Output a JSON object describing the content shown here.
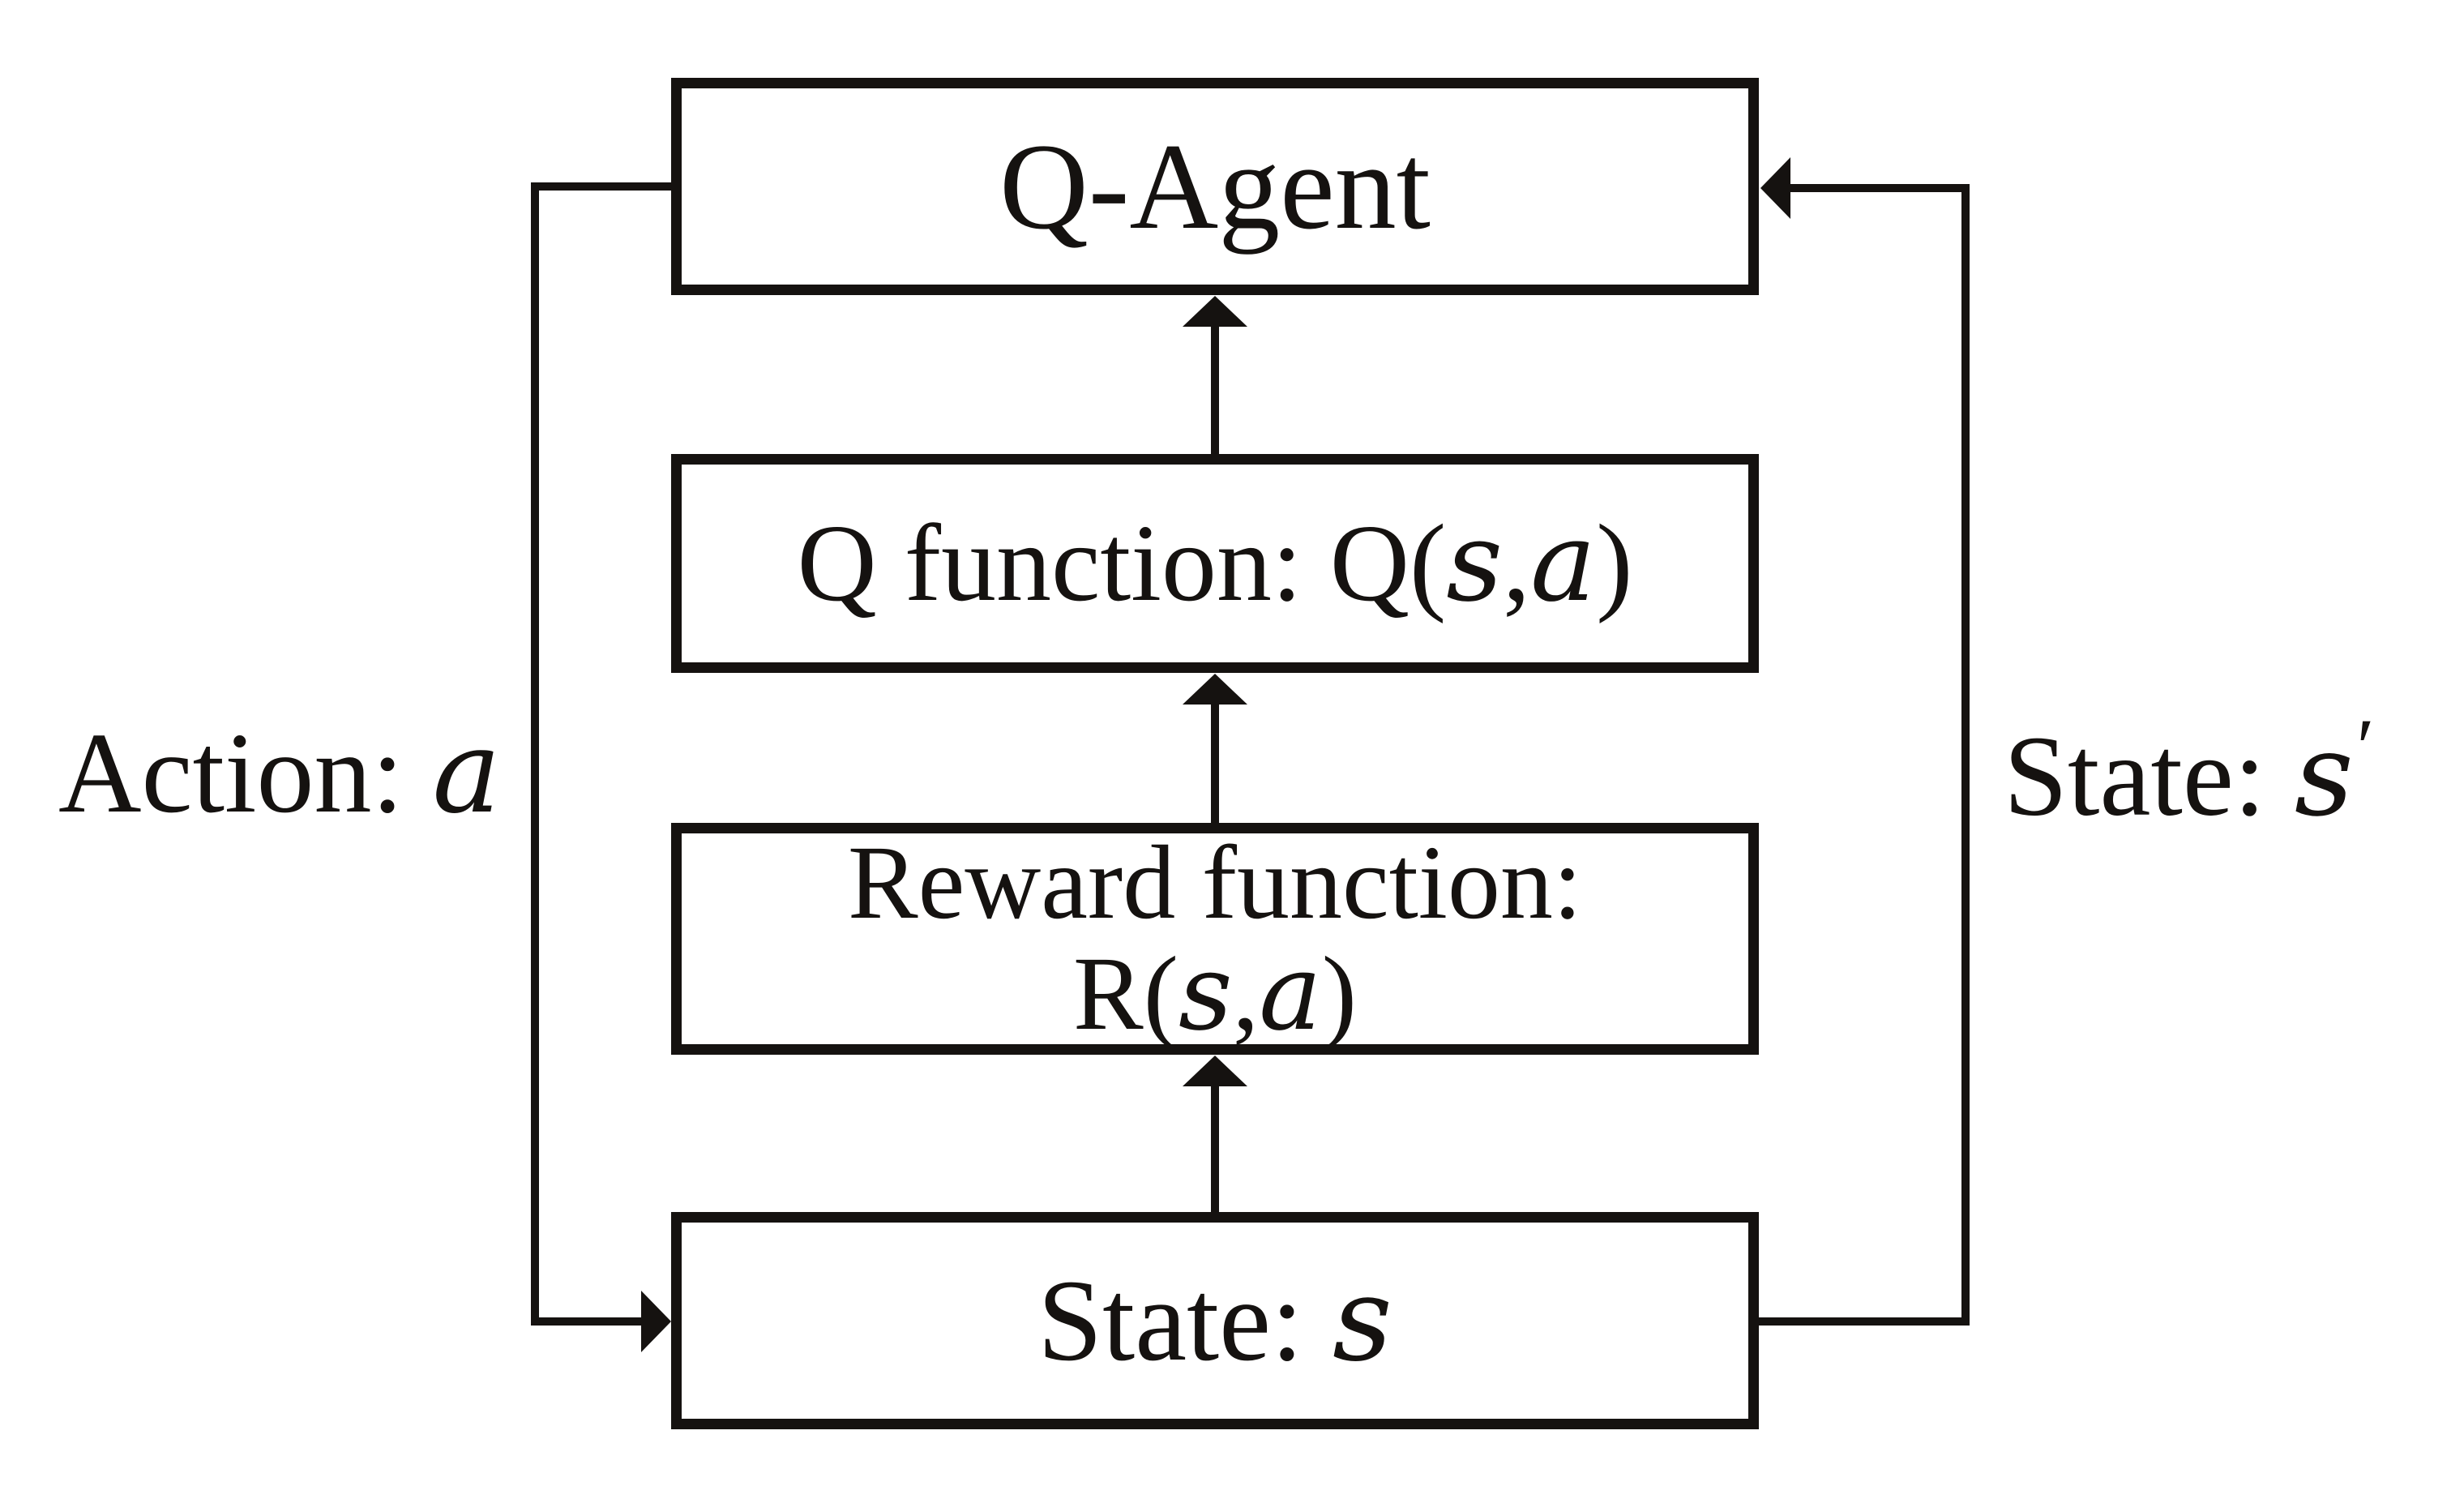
{
  "colors": {
    "ink": "#151210",
    "background": "#ffffff"
  },
  "boxes": [
    {
      "id": "q-agent",
      "lines": [
        [
          {
            "t": "Q-Agent",
            "s": "plain"
          }
        ]
      ]
    },
    {
      "id": "q-function",
      "lines": [
        [
          {
            "t": "Q function:",
            "s": "plain"
          },
          {
            "t": " Q(",
            "s": "plain"
          },
          {
            "t": "s",
            "s": "mathit"
          },
          {
            "t": ",",
            "s": "plain"
          },
          {
            "t": "a",
            "s": "mathit"
          },
          {
            "t": ")",
            "s": "plain"
          }
        ]
      ]
    },
    {
      "id": "reward-function",
      "lines": [
        [
          {
            "t": "Reward function:",
            "s": "plain"
          }
        ],
        [
          {
            "t": "R(",
            "s": "plain"
          },
          {
            "t": "s",
            "s": "mathit"
          },
          {
            "t": ",",
            "s": "plain"
          },
          {
            "t": "a",
            "s": "mathit"
          },
          {
            "t": ")",
            "s": "plain"
          }
        ]
      ]
    },
    {
      "id": "state",
      "lines": [
        [
          {
            "t": "State: ",
            "s": "plain"
          },
          {
            "t": "s",
            "s": "mathit"
          }
        ]
      ]
    }
  ],
  "side_labels": [
    {
      "id": "action",
      "lines": [
        [
          {
            "t": "Action: ",
            "s": "plain"
          },
          {
            "t": "a",
            "s": "mathit"
          }
        ]
      ]
    },
    {
      "id": "next-state",
      "lines": [
        [
          {
            "t": "State: ",
            "s": "plain"
          },
          {
            "t": "s",
            "s": "mathit"
          },
          {
            "t": "′",
            "s": "prime"
          }
        ]
      ]
    }
  ],
  "arrows": [
    {
      "id": "state-to-reward",
      "direction": "up",
      "from": "state",
      "to": "reward-function"
    },
    {
      "id": "reward-to-qfunction",
      "direction": "up",
      "from": "reward-function",
      "to": "q-function"
    },
    {
      "id": "qfunction-to-qagent",
      "direction": "up",
      "from": "q-function",
      "to": "q-agent"
    },
    {
      "id": "action-loop",
      "direction": "left-then-down-then-right",
      "from": "q-agent",
      "to": "state",
      "label_ref": "action"
    },
    {
      "id": "next-state-loop",
      "direction": "right-then-up-then-left",
      "from": "state",
      "to": "q-agent",
      "label_ref": "next-state"
    }
  ]
}
